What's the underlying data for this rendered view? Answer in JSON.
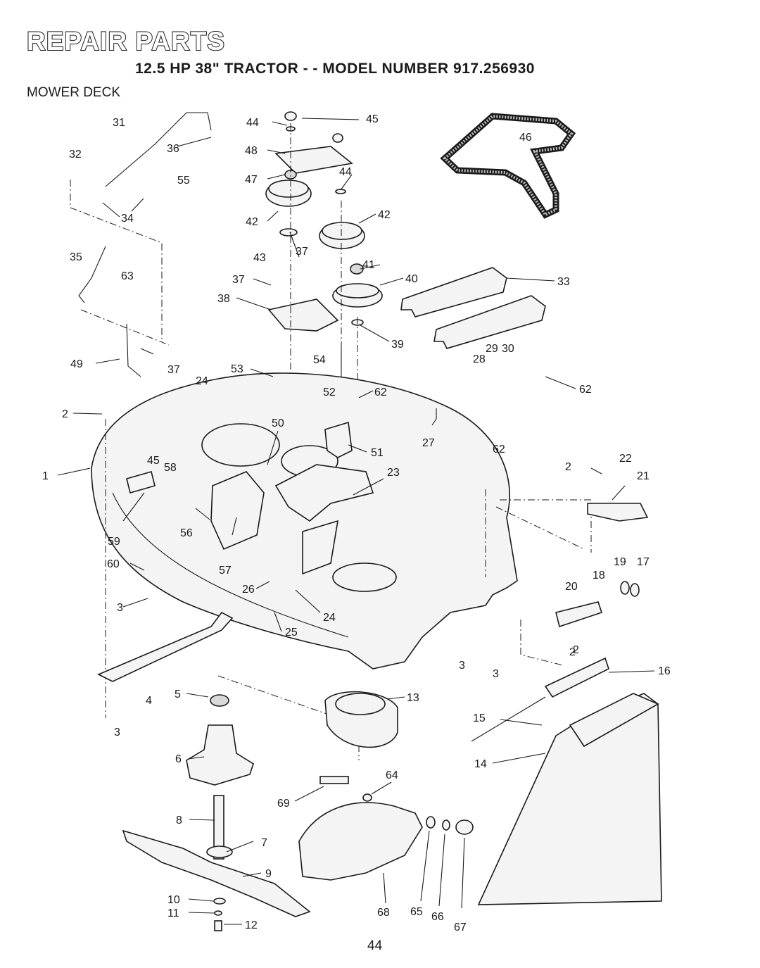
{
  "header": {
    "title": "REPAIR PARTS",
    "subtitle": "12.5 HP 38\" TRACTOR - - MODEL NUMBER 917.256930",
    "section": "MOWER DECK"
  },
  "page_number": "44",
  "callouts": [
    "1",
    "2",
    "2",
    "2",
    "2",
    "3",
    "3",
    "3",
    "3",
    "4",
    "5",
    "6",
    "7",
    "8",
    "9",
    "10",
    "11",
    "12",
    "13",
    "14",
    "15",
    "16",
    "17",
    "18",
    "19",
    "20",
    "21",
    "22",
    "23",
    "24",
    "24",
    "25",
    "26",
    "27",
    "28",
    "29",
    "30",
    "31",
    "32",
    "33",
    "34",
    "35",
    "36",
    "37",
    "37",
    "37",
    "38",
    "39",
    "40",
    "41",
    "42",
    "42",
    "43",
    "44",
    "44",
    "45",
    "45",
    "46",
    "47",
    "48",
    "49",
    "50",
    "51",
    "52",
    "53",
    "54",
    "55",
    "56",
    "57",
    "58",
    "59",
    "60",
    "62",
    "62",
    "62",
    "63",
    "64",
    "65",
    "66",
    "67",
    "68",
    "69"
  ]
}
